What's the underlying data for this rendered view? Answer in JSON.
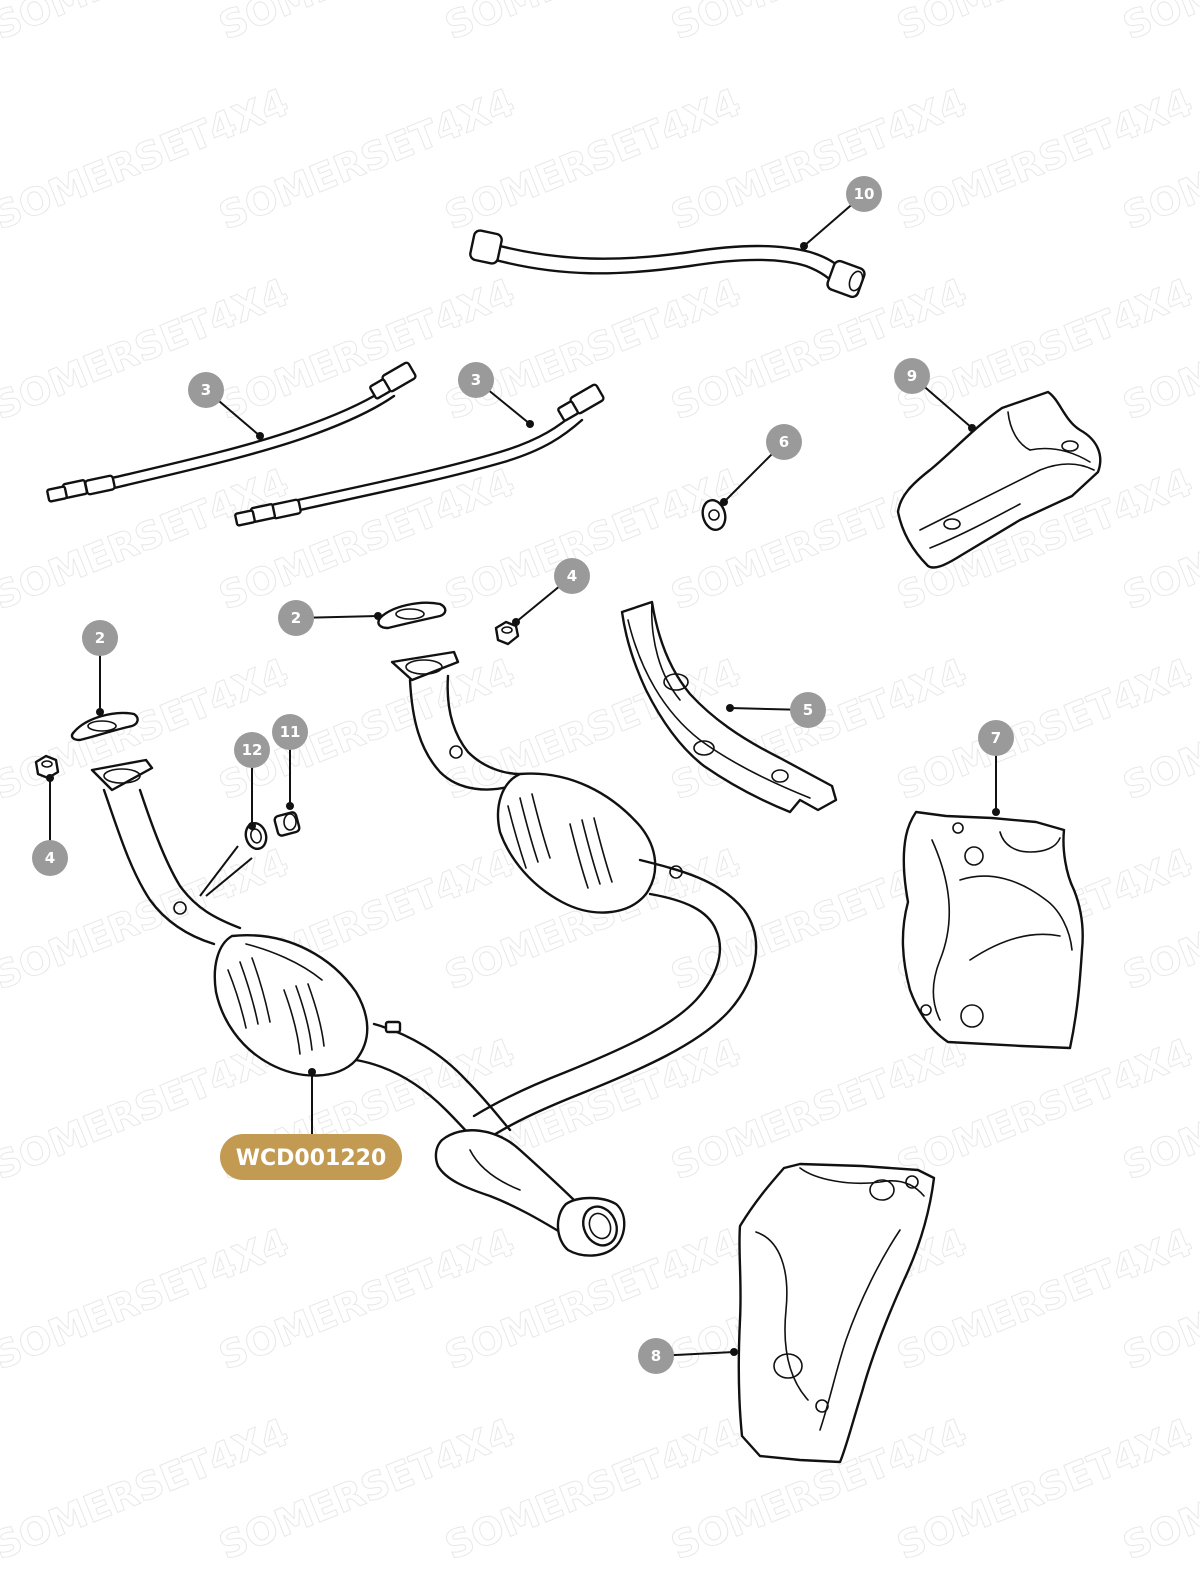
{
  "watermark": {
    "text": "SOMERSET4X4"
  },
  "part_number": {
    "text": "WCD001220",
    "bg_color": "#c29a52",
    "text_color": "#ffffff"
  },
  "callouts": {
    "c10": "10",
    "c9": "9",
    "c3a": "3",
    "c3b": "3",
    "c6": "6",
    "c2a": "2",
    "c2b": "2",
    "c4a": "4",
    "c4b": "4",
    "c5": "5",
    "c7": "7",
    "c8": "8",
    "c11": "11",
    "c12": "12"
  },
  "colors": {
    "callout_bg": "#9a9a9a",
    "line": "#111111"
  }
}
